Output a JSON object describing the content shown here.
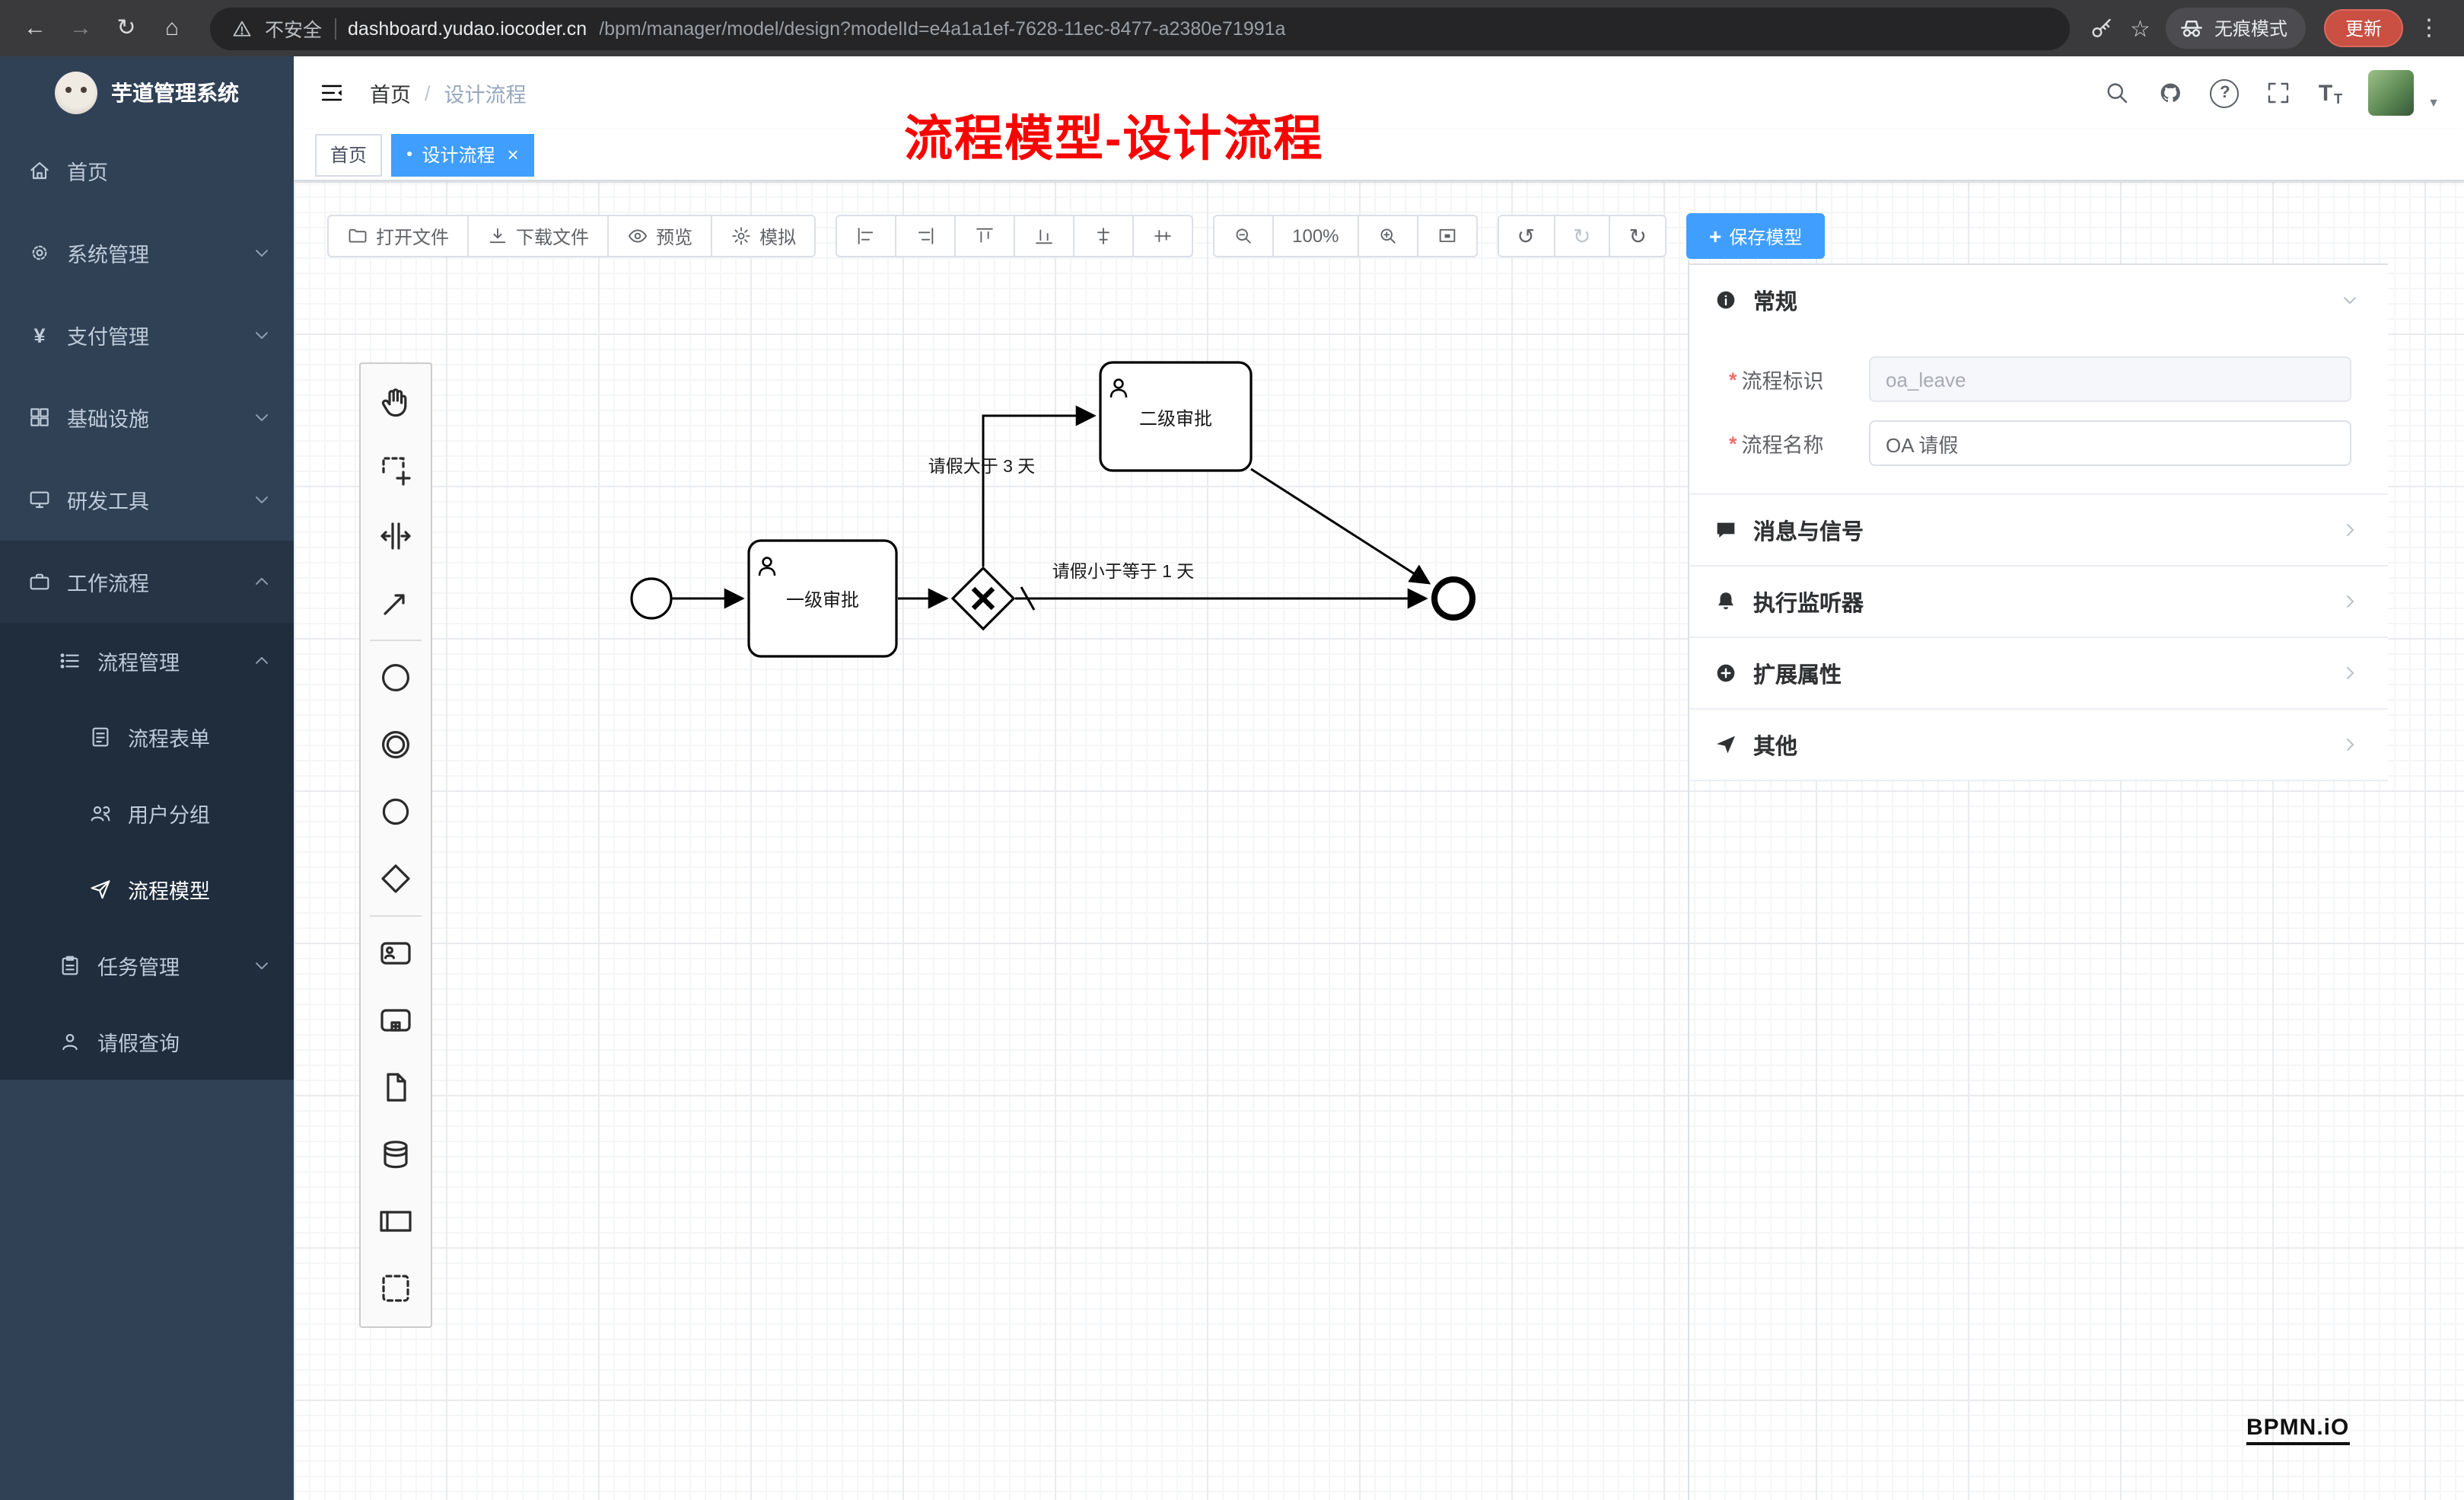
{
  "colors": {
    "accent": "#409eff",
    "sidebar_bg": "#304156",
    "submenu_bg": "#1f2d3d",
    "annotation_red": "#f80400"
  },
  "icons": {
    "back": "←",
    "forward": "→",
    "reload": "↻",
    "home": "⌂",
    "star": "☆",
    "menu_dots": "⋮",
    "caret_down": "▼",
    "undo": "↺",
    "redo": "↻",
    "refresh": "↻",
    "question": "?",
    "font_big": "T",
    "font_small": "T",
    "yen": "¥",
    "plus": "+"
  },
  "browser": {
    "security": "不安全",
    "url_host": "dashboard.yudao.iocoder.cn",
    "url_path": "/bpm/manager/model/design?modelId=e4a1a1ef-7628-11ec-8477-a2380e71991a",
    "incognito": "无痕模式",
    "update": "更新"
  },
  "sidebar": {
    "title": "芋道管理系统",
    "items": [
      {
        "label": "首页"
      },
      {
        "label": "系统管理"
      },
      {
        "label": "支付管理"
      },
      {
        "label": "基础设施"
      },
      {
        "label": "研发工具"
      },
      {
        "label": "工作流程"
      },
      {
        "label": "流程管理"
      },
      {
        "label": "流程表单"
      },
      {
        "label": "用户分组"
      },
      {
        "label": "流程模型"
      },
      {
        "label": "任务管理"
      },
      {
        "label": "请假查询"
      }
    ]
  },
  "header": {
    "breadcrumb_home": "首页",
    "breadcrumb_sep": "/",
    "breadcrumb_current": "设计流程"
  },
  "annotation": "流程模型-设计流程",
  "tags": {
    "home": "首页",
    "active": "设计流程",
    "dot": "●",
    "close": "×"
  },
  "toolbar": {
    "open": "打开文件",
    "download": "下载文件",
    "preview": "预览",
    "simulate": "模拟",
    "zoom": "100%",
    "save": "保存模型"
  },
  "diagram": {
    "task1": "一级审批",
    "task2": "二级审批",
    "cond_gt": "请假大于 3 天",
    "cond_le": "请假小于等于 1 天"
  },
  "panel": {
    "general_title": "常规",
    "required_mark": "*",
    "field_key_label": "流程标识",
    "field_key_value": "oa_leave",
    "field_name_label": "流程名称",
    "field_name_value": "OA 请假",
    "rows": [
      {
        "label": "消息与信号"
      },
      {
        "label": "执行监听器"
      },
      {
        "label": "扩展属性"
      },
      {
        "label": "其他"
      }
    ]
  },
  "watermark": "BPMN.iO"
}
